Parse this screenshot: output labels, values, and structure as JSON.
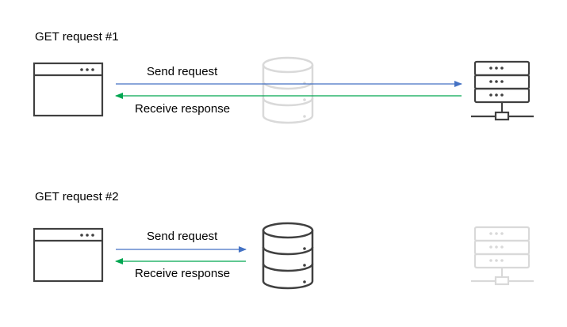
{
  "colors": {
    "outline": "#404040",
    "faded": "#d9d9d9",
    "request_arrow": "#4472c4",
    "response_arrow": "#00a651"
  },
  "flows": [
    {
      "heading": "GET request #1",
      "request_label": "Send request",
      "response_label": "Receive response",
      "cache_state": "faded",
      "server_state": "active"
    },
    {
      "heading": "GET request #2",
      "request_label": "Send request",
      "response_label": "Receive response",
      "cache_state": "active",
      "server_state": "faded"
    }
  ]
}
